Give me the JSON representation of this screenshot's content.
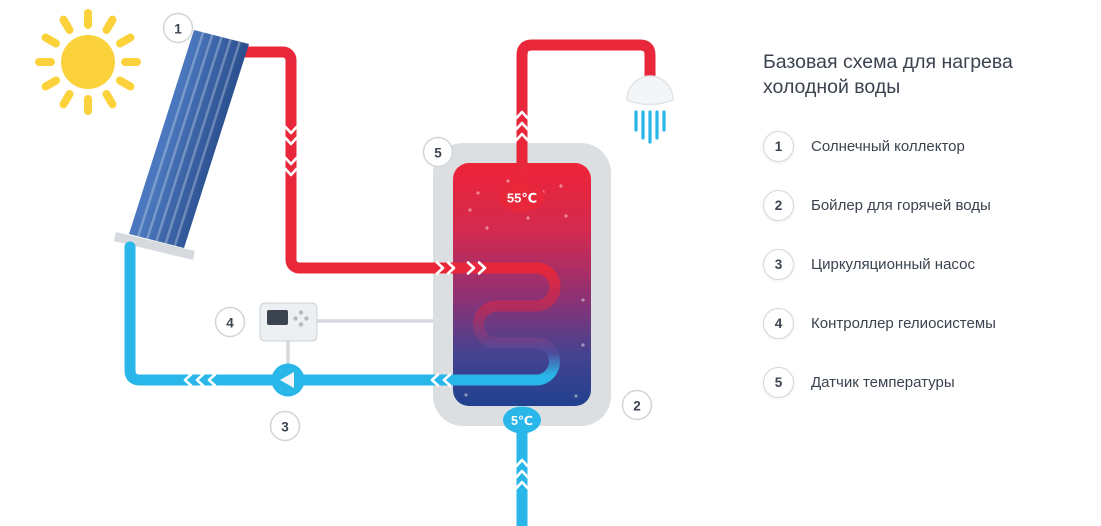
{
  "title": "Базовая схема для нагрева холодной воды",
  "diagram": {
    "hot_temp_label": "55℃",
    "cold_temp_label": "5℃",
    "markers": {
      "collector": "1",
      "boiler": "2",
      "pump": "3",
      "controller": "4",
      "sensor": "5"
    },
    "colors": {
      "hot_pipe": "#e8273a",
      "cold_pipe": "#29b6e8",
      "sun": "#fcd23c",
      "collector_panel": "#2f5797",
      "tank_shell": "#dcdfe2",
      "tank_gradient_top": "#ee2438",
      "tank_gradient_bottom": "#20418f"
    }
  },
  "legend": {
    "items": [
      {
        "number": "1",
        "label": "Солнечный коллектор"
      },
      {
        "number": "2",
        "label": "Бойлер для горячей воды"
      },
      {
        "number": "3",
        "label": "Циркуляционный насос"
      },
      {
        "number": "4",
        "label": "Контроллер гелиосистемы"
      },
      {
        "number": "5",
        "label": "Датчик температуры"
      }
    ]
  }
}
